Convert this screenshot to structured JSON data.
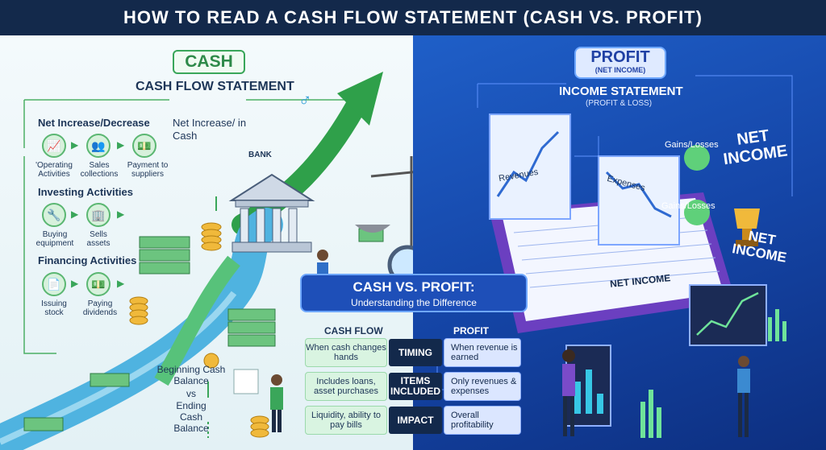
{
  "title": "HOW TO READ A CASH FLOW STATEMENT (CASH VS. PROFIT)",
  "left": {
    "header": "CASH",
    "subtitle": "CASH FLOW STATEMENT",
    "net_label": "Net Increase/Decrease",
    "net_cash_label": "Net Increase/ in Cash",
    "bank_label": "BANK",
    "operating": {
      "items": [
        "'Operating Activities",
        "Sales collections",
        "Payment to suppliers"
      ]
    },
    "investing": {
      "label": "Investing Activities",
      "items": [
        "Buying equipment",
        "Sells assets"
      ]
    },
    "financing": {
      "label": "Financing Activities",
      "items": [
        "Issuing stock",
        "Paying dividends"
      ]
    },
    "balance": {
      "beginning": "Beginning Cash Balance",
      "vs": "vs",
      "ending": "Ending Cash Balance"
    },
    "accent": "#3aa65a"
  },
  "right": {
    "header": "PROFIT",
    "header_sub": "(NET INCOME)",
    "subtitle": "INCOME STATEMENT",
    "subtitle_sub": "(PROFIT & LOSS)",
    "revenues": "Revenues",
    "expenses": "Expenses",
    "gains_losses_1": "Gains/Losses",
    "gains_losses_2": "Gains/Losses",
    "net_income_big_1": "NET",
    "net_income_big_2": "INCOME",
    "net_income_mid_1": "NET",
    "net_income_mid_2": "INCOME",
    "net_income_sheet": "NET INCOME",
    "accent": "#1f5fc8"
  },
  "comparison": {
    "title": "CASH VS. PROFIT:",
    "subtitle": "Understanding the Difference",
    "col_left": "CASH FLOW",
    "col_right": "PROFIT",
    "rows": [
      {
        "left": "When cash changes hands",
        "mid": "TIMING",
        "right": "When revenue is earned"
      },
      {
        "left": "Includes loans, asset purchases",
        "mid": "ITEMS INCLUDED",
        "right": "Only revenues & expenses"
      },
      {
        "left": "Liquidity, ability to pay bills",
        "mid": "IMPACT",
        "right": "Overall profitability"
      }
    ]
  }
}
